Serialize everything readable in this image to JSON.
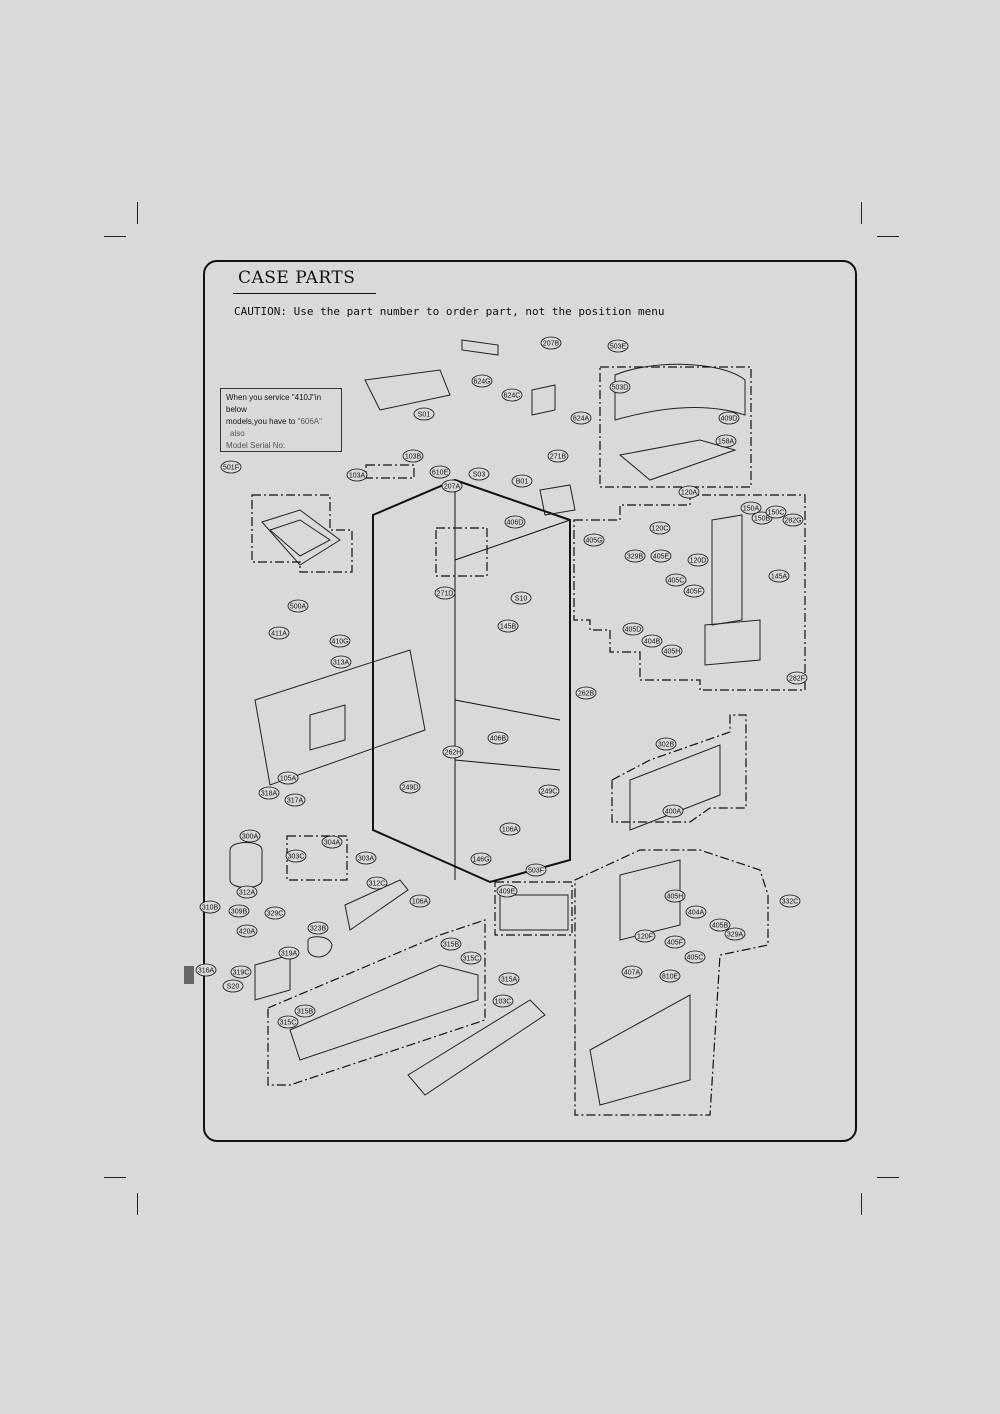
{
  "page": {
    "title": "CASE PARTS",
    "caution": "CAUTION: Use the part number to order part, not the position menu",
    "note": {
      "line1": "When you service \"410J\"in below",
      "line2_prefix": "models,you have to ",
      "line2_highlight": "\"606A\"",
      "line3": "also",
      "line4": "Model Serial No:"
    }
  },
  "parts": [
    {
      "id": "207B"
    },
    {
      "id": "503E"
    },
    {
      "id": "624G"
    },
    {
      "id": "624C"
    },
    {
      "id": "503D"
    },
    {
      "id": "S01"
    },
    {
      "id": "624A"
    },
    {
      "id": "409D"
    },
    {
      "id": "158A"
    },
    {
      "id": "103B"
    },
    {
      "id": "271B"
    },
    {
      "id": "103A"
    },
    {
      "id": "610E"
    },
    {
      "id": "S03"
    },
    {
      "id": "501F"
    },
    {
      "id": "207A"
    },
    {
      "id": "B01"
    },
    {
      "id": "120A"
    },
    {
      "id": "406D"
    },
    {
      "id": "120C"
    },
    {
      "id": "150A"
    },
    {
      "id": "150B"
    },
    {
      "id": "150C"
    },
    {
      "id": "282G"
    },
    {
      "id": "405G"
    },
    {
      "id": "329B"
    },
    {
      "id": "405E"
    },
    {
      "id": "120D"
    },
    {
      "id": "271D"
    },
    {
      "id": "405C"
    },
    {
      "id": "145A"
    },
    {
      "id": "S10"
    },
    {
      "id": "405F"
    },
    {
      "id": "500A"
    },
    {
      "id": "145B"
    },
    {
      "id": "405D"
    },
    {
      "id": "411A"
    },
    {
      "id": "404B"
    },
    {
      "id": "410G"
    },
    {
      "id": "405H"
    },
    {
      "id": "313A"
    },
    {
      "id": "282F"
    },
    {
      "id": "262B"
    },
    {
      "id": "406B"
    },
    {
      "id": "302B"
    },
    {
      "id": "262H"
    },
    {
      "id": "105A"
    },
    {
      "id": "249D"
    },
    {
      "id": "249C"
    },
    {
      "id": "318A"
    },
    {
      "id": "317A"
    },
    {
      "id": "400A"
    },
    {
      "id": "106A"
    },
    {
      "id": "300A"
    },
    {
      "id": "304A"
    },
    {
      "id": "303C"
    },
    {
      "id": "303A"
    },
    {
      "id": "146G"
    },
    {
      "id": "503F"
    },
    {
      "id": "312C"
    },
    {
      "id": "312A"
    },
    {
      "id": "409E"
    },
    {
      "id": "405H"
    },
    {
      "id": "332C"
    },
    {
      "id": "310B"
    },
    {
      "id": "309B"
    },
    {
      "id": "329C"
    },
    {
      "id": "404A"
    },
    {
      "id": "323B"
    },
    {
      "id": "420A"
    },
    {
      "id": "405B"
    },
    {
      "id": "120F"
    },
    {
      "id": "329A"
    },
    {
      "id": "405F"
    },
    {
      "id": "315B"
    },
    {
      "id": "319A"
    },
    {
      "id": "405C"
    },
    {
      "id": "315C"
    },
    {
      "id": "316A"
    },
    {
      "id": "319C"
    },
    {
      "id": "407A"
    },
    {
      "id": "810E"
    },
    {
      "id": "315A"
    },
    {
      "id": "S20"
    },
    {
      "id": "103C"
    },
    {
      "id": "315B"
    },
    {
      "id": "315C"
    },
    {
      "id": "106A"
    }
  ]
}
